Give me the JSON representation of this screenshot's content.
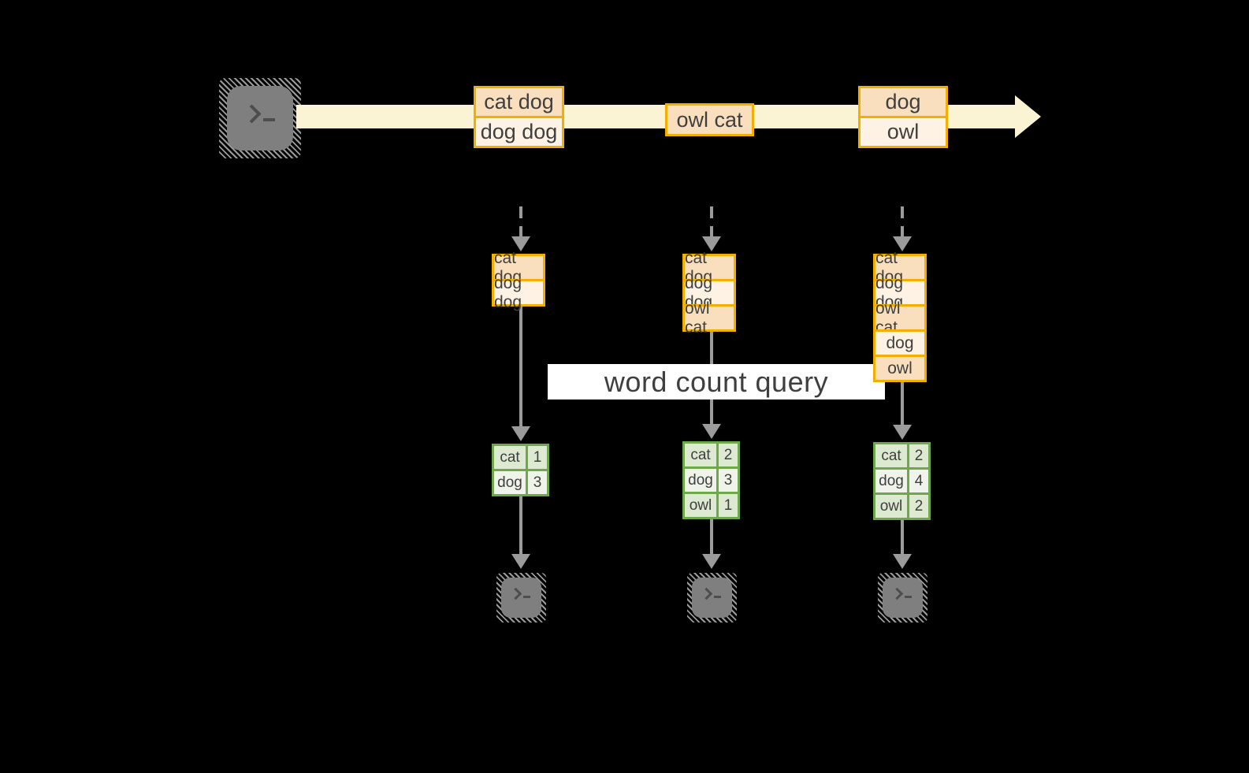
{
  "banner": {
    "label": "word count query"
  },
  "icons": {
    "source": "terminal-icon",
    "sink": "terminal-icon",
    "stream": "right-arrow-band",
    "flow": "down-arrow"
  },
  "stream": {
    "batches": [
      {
        "items": [
          "cat dog",
          "dog dog"
        ]
      },
      {
        "items": [
          "owl cat"
        ]
      },
      {
        "items": [
          "dog",
          "owl"
        ]
      }
    ]
  },
  "columns": [
    {
      "accumulated": [
        "cat dog",
        "dog dog"
      ],
      "counts": [
        {
          "word": "cat",
          "count": "1"
        },
        {
          "word": "dog",
          "count": "3"
        }
      ]
    },
    {
      "accumulated": [
        "cat dog",
        "dog dog",
        "owl cat"
      ],
      "counts": [
        {
          "word": "cat",
          "count": "2"
        },
        {
          "word": "dog",
          "count": "3"
        },
        {
          "word": "owl",
          "count": "1"
        }
      ]
    },
    {
      "accumulated": [
        "cat dog",
        "dog dog",
        "owl cat",
        "dog",
        "owl"
      ],
      "counts": [
        {
          "word": "cat",
          "count": "2"
        },
        {
          "word": "dog",
          "count": "4"
        },
        {
          "word": "owl",
          "count": "2"
        }
      ]
    }
  ],
  "colors": {
    "bg": "#000000",
    "accent": "#F2AF00",
    "peach": "#FADFBE",
    "cream": "#FDF2E4",
    "stream-band": "#FAF3D4",
    "green": "#6FA84C",
    "green-light": "#DEE9D2",
    "green-pale": "#EFF3EA",
    "arrow": "#9B9B9B",
    "terminal": "#7F7F7F",
    "terminal-glyph": "#4D4D4D",
    "ink": "#3F3F3F",
    "banner-bg": "#FFFFFF"
  }
}
